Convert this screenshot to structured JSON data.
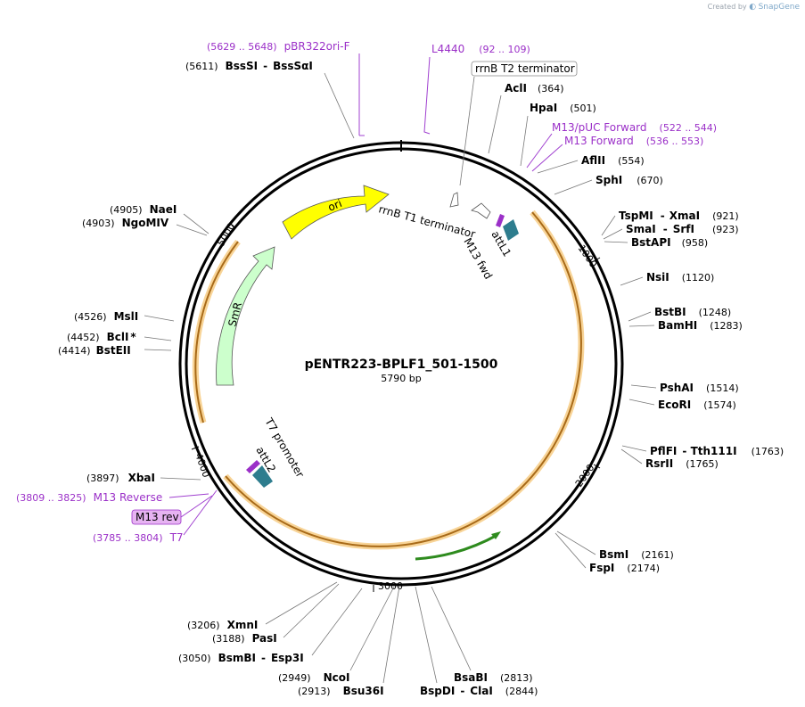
{
  "credit": {
    "prefix": "Created by",
    "brand": "SnapGene"
  },
  "plasmid": {
    "name": "pENTR223-BPLF1_501-1500",
    "size_label": "5790 bp"
  },
  "ticks": [
    "1000",
    "2000",
    "3000",
    "4000",
    "5000"
  ],
  "features": {
    "ori": "ori",
    "smr": "SmR",
    "rrnb_t1": "rrnB T1 terminator",
    "rrnb_t2": "rrnB T2 terminator",
    "attl1": "attL1",
    "m13fwd": "M13 fwd",
    "t7promoter": "T7 promoter",
    "attl2": "attL2",
    "m13rev_box": "M13 rev"
  },
  "enzymes": [
    {
      "pos": "(364)",
      "name": "AclI"
    },
    {
      "pos": "(501)",
      "name": "HpaI"
    },
    {
      "pos": "(554)",
      "name": "AflII"
    },
    {
      "pos": "(670)",
      "name": "SphI"
    },
    {
      "pos": "(921)",
      "name": "TspMI",
      "name2": "XmaI"
    },
    {
      "pos": "(923)",
      "name": "SmaI",
      "name2": "SrfI"
    },
    {
      "pos": "(958)",
      "name": "BstAPI"
    },
    {
      "pos": "(1120)",
      "name": "NsiI"
    },
    {
      "pos": "(1248)",
      "name": "BstBI"
    },
    {
      "pos": "(1283)",
      "name": "BamHI"
    },
    {
      "pos": "(1514)",
      "name": "PshAI"
    },
    {
      "pos": "(1574)",
      "name": "EcoRI"
    },
    {
      "pos": "(1763)",
      "name": "PflFI",
      "name2": "Tth111I"
    },
    {
      "pos": "(1765)",
      "name": "RsrII"
    },
    {
      "pos": "(2161)",
      "name": "BsmI"
    },
    {
      "pos": "(2174)",
      "name": "FspI"
    },
    {
      "pos": "(2813)",
      "name": "BsaBI"
    },
    {
      "pos": "(2844)",
      "name": "BspDI",
      "name2": "ClaI"
    },
    {
      "pos": "(2913)",
      "name": "Bsu36I"
    },
    {
      "pos": "(2949)",
      "name": "NcoI"
    },
    {
      "pos": "(3050)",
      "name": "BsmBI",
      "name2": "Esp3I"
    },
    {
      "pos": "(3188)",
      "name": "PasI"
    },
    {
      "pos": "(3206)",
      "name": "XmnI"
    },
    {
      "pos": "(3897)",
      "name": "XbaI"
    },
    {
      "pos": "(4414)",
      "name": "BstEII"
    },
    {
      "pos": "(4452)",
      "name": "BclI",
      "mark": "*"
    },
    {
      "pos": "(4526)",
      "name": "MslI"
    },
    {
      "pos": "(4903)",
      "name": "NgoMIV"
    },
    {
      "pos": "(4905)",
      "name": "NaeI"
    },
    {
      "pos": "(5611)",
      "name": "BssSI",
      "name2": "BssSαI"
    }
  ],
  "primers": [
    {
      "range": "(5629 .. 5648)",
      "name": "pBR322ori-F"
    },
    {
      "range": "(92 .. 109)",
      "name": "L4440"
    },
    {
      "range": "(522 .. 544)",
      "name": "M13/pUC Forward"
    },
    {
      "range": "(536 .. 553)",
      "name": "M13 Forward"
    },
    {
      "range": "(3809 .. 3825)",
      "name": "M13 Reverse"
    },
    {
      "range": "(3785 .. 3804)",
      "name": "T7"
    }
  ],
  "colors": {
    "ori": "#ffff00",
    "smr": "#ccffcc",
    "orf": "#a86a18",
    "orf_glow": "#f5c26b",
    "att": "#2e7d8e",
    "primer": "#9b30c8",
    "green_arrow": "#2e8b1e"
  }
}
